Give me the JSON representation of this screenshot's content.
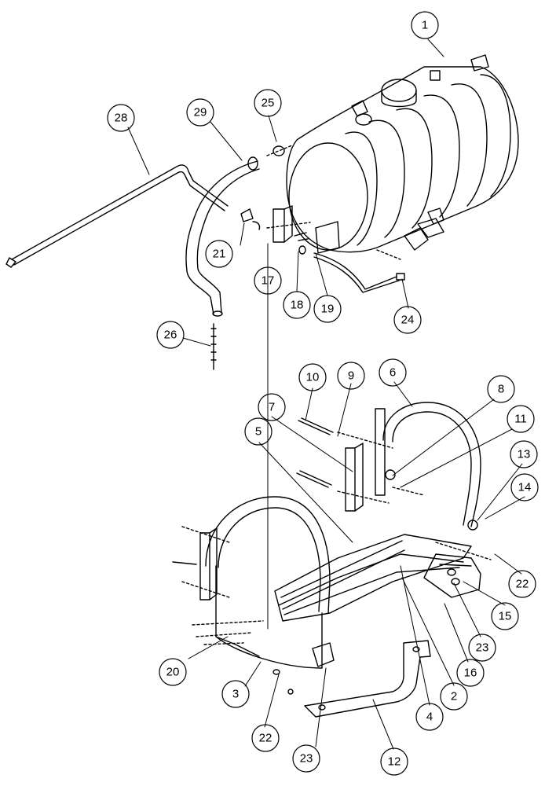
{
  "callouts": [
    "1",
    "2",
    "3",
    "4",
    "5",
    "6",
    "7",
    "8",
    "9",
    "10",
    "11",
    "12",
    "13",
    "14",
    "15",
    "16",
    "17",
    "18",
    "19",
    "20",
    "21",
    "22",
    "22",
    "23",
    "23",
    "24",
    "25",
    "26",
    "28",
    "29"
  ],
  "colors": {
    "line": "#000000",
    "background": "#ffffff"
  }
}
